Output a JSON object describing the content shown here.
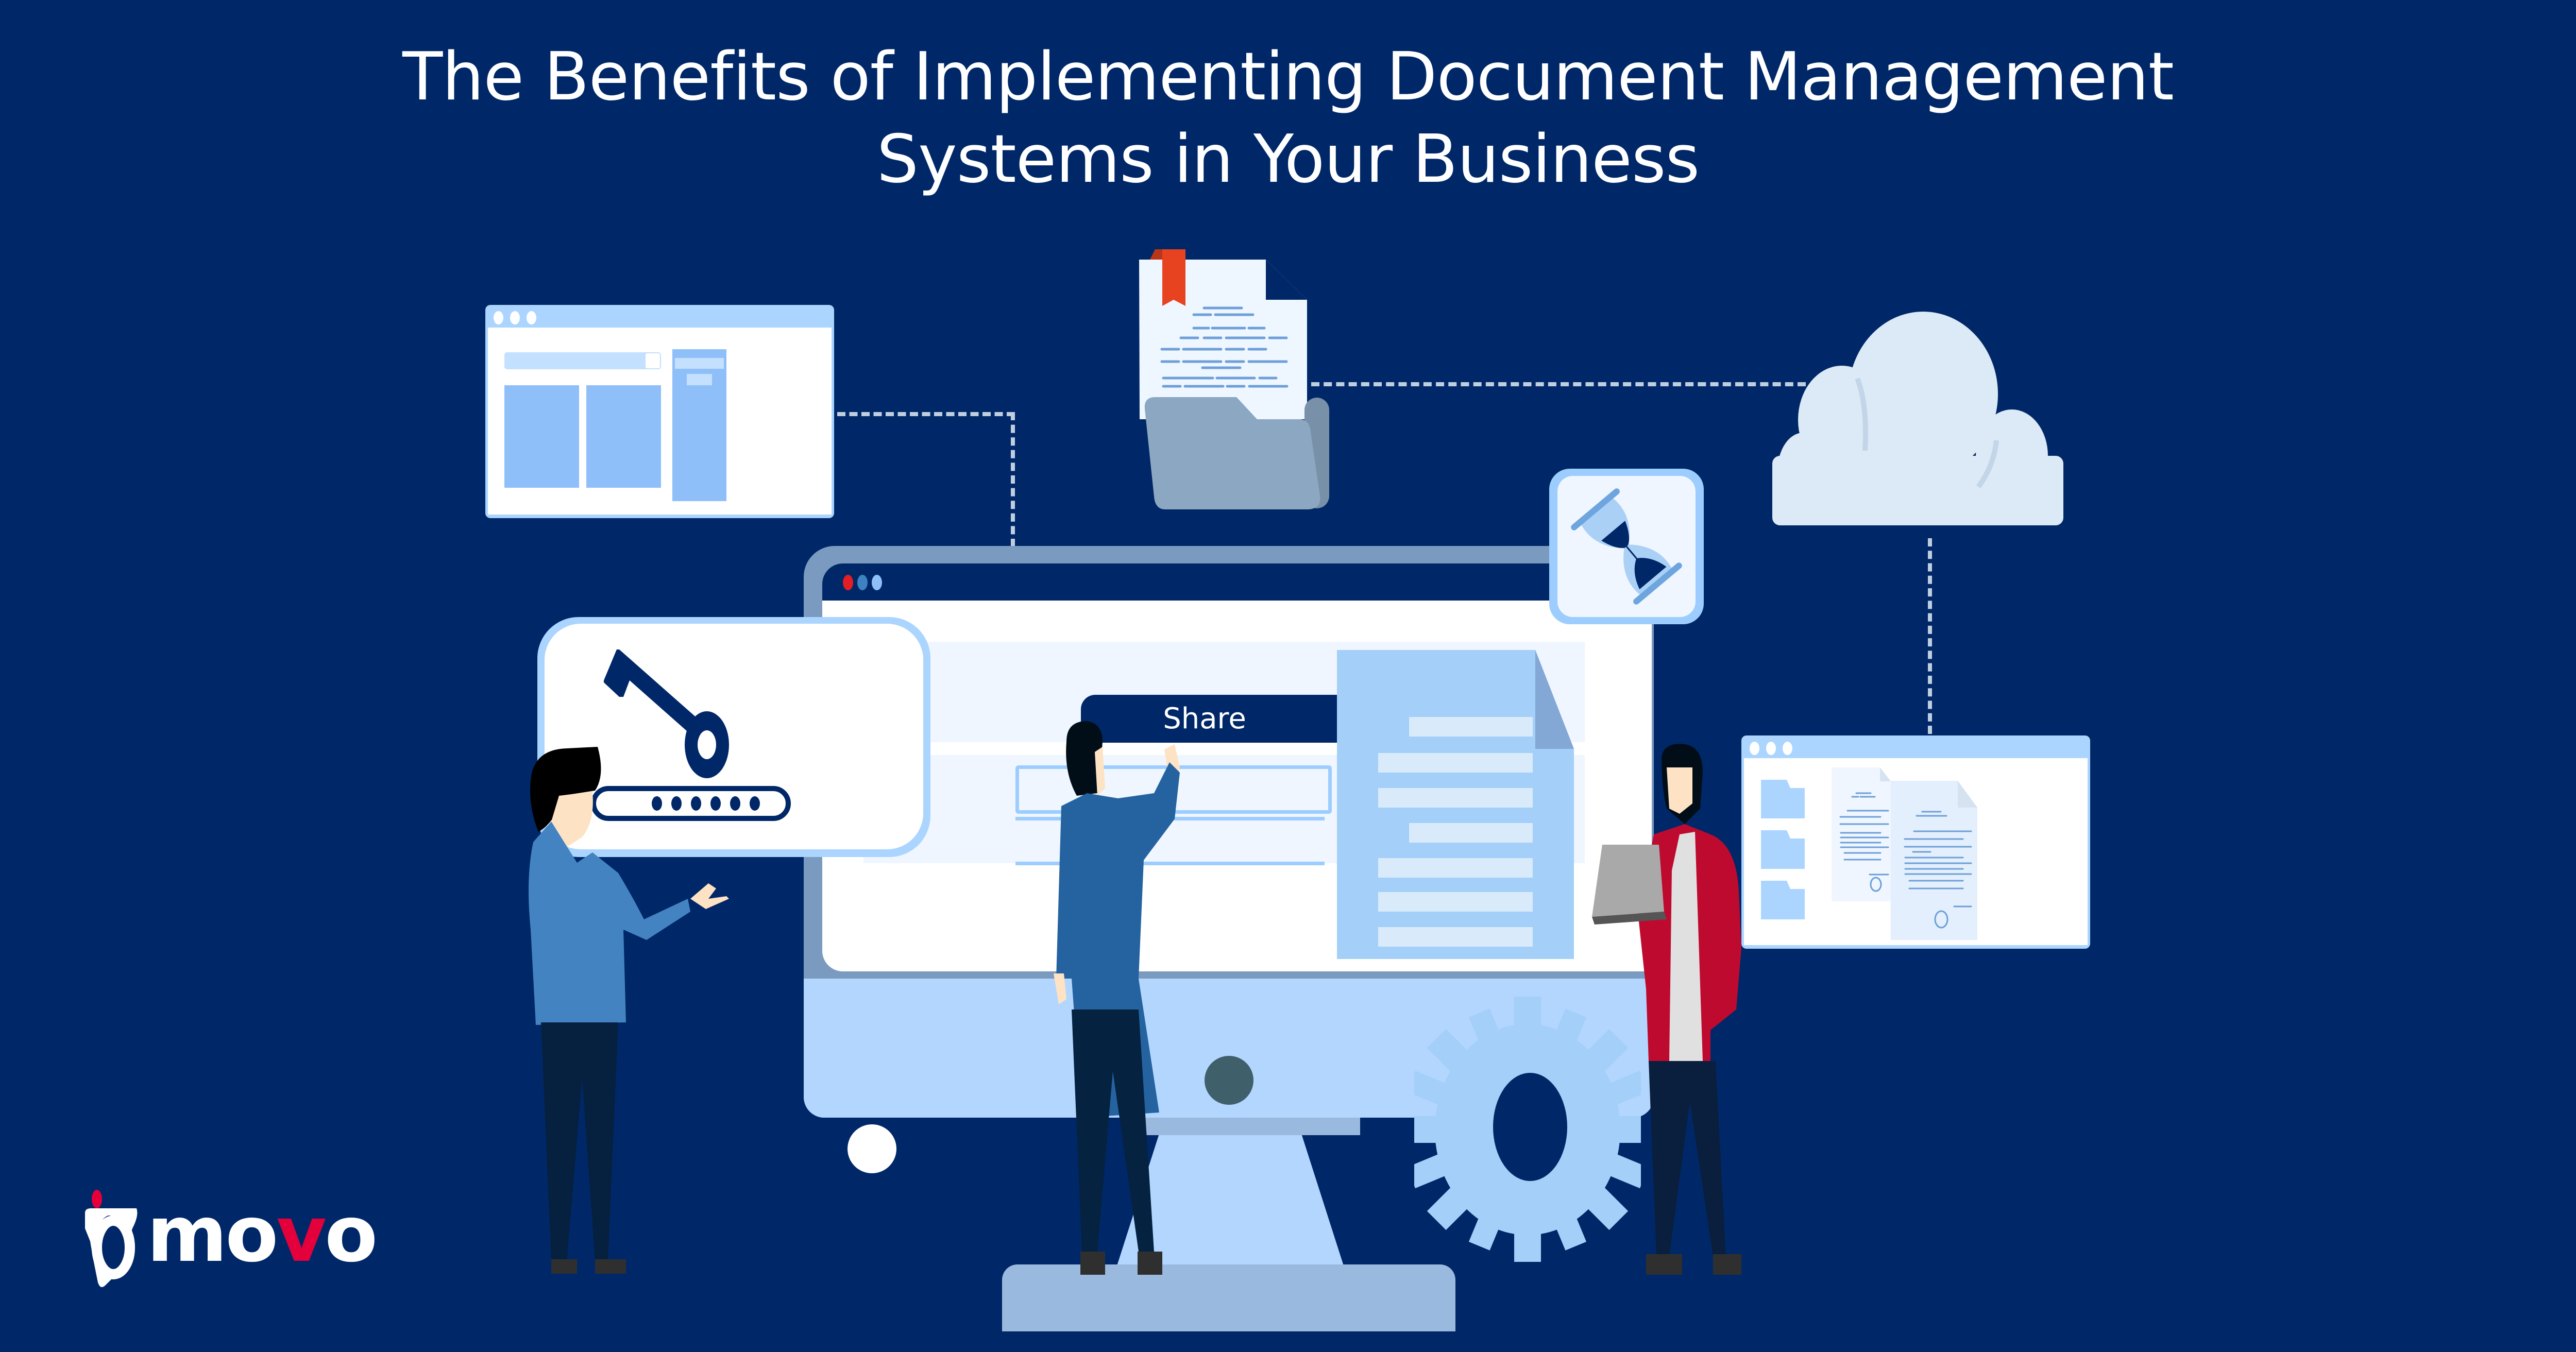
{
  "header": {
    "title_line1": "The Benefits of Implementing Document Management",
    "title_line2": "Systems in Your Business"
  },
  "monitor": {
    "share_button_label": "Share",
    "window_dots": [
      "red",
      "blue",
      "light-blue"
    ]
  },
  "password_card": {
    "masked_dots": 6
  },
  "brand": {
    "logo_text_prefix": "mo",
    "logo_text_v": "v",
    "logo_text_suffix": "o",
    "accent_color": "#e4003b"
  },
  "colors": {
    "background": "#002868",
    "light_blue": "#abd5ff",
    "mid_blue": "#8fbff9",
    "frame": "#7a9bbf",
    "red_jacket": "#bf0a30"
  }
}
